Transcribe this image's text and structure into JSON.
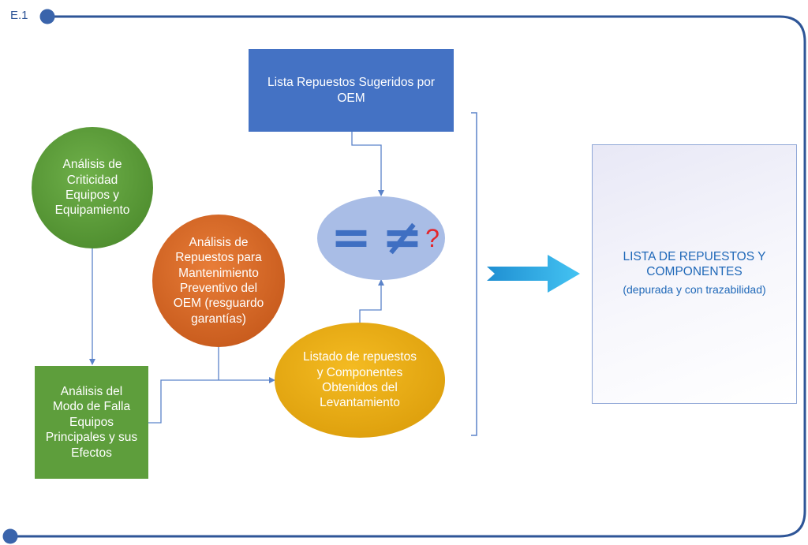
{
  "step_label": "E.1",
  "nodes": {
    "oem_list": "Lista Repuestos Sugeridos por\nOEM",
    "criticality": "Análisis de\nCriticidad\nEquipos y\nEquipamiento",
    "preventive": "Análisis de\nRepuestos para\nMantenimiento\nPreventivo del\nOEM (resguardo\ngarantías)",
    "fmea": "Análisis del\nModo de Falla\nEquipos\nPrincipales y sus\nEfectos",
    "survey": "Listado de repuestos\ny Componentes\nObtenidos del\nLevantamiento",
    "output_title": "LISTA DE REPUESTOS Y\nCOMPONENTES",
    "output_subtitle": "(depurada y con trazabilidad)"
  },
  "compare_symbols": {
    "equal": "=",
    "not_equal": "≠",
    "question": "?"
  },
  "colors": {
    "frame": "#2e5597",
    "blue_box": "#4472c4",
    "green": "#5e9e3c",
    "orange": "#d86a28",
    "yellow": "#e8aa14",
    "compare_ellipse": "#a9bde6",
    "compare_symbols": "#3f6fc2",
    "question": "#e3262b",
    "connector": "#5b83c9",
    "arrow": "#2eaee8",
    "output_text": "#1f68b8"
  }
}
